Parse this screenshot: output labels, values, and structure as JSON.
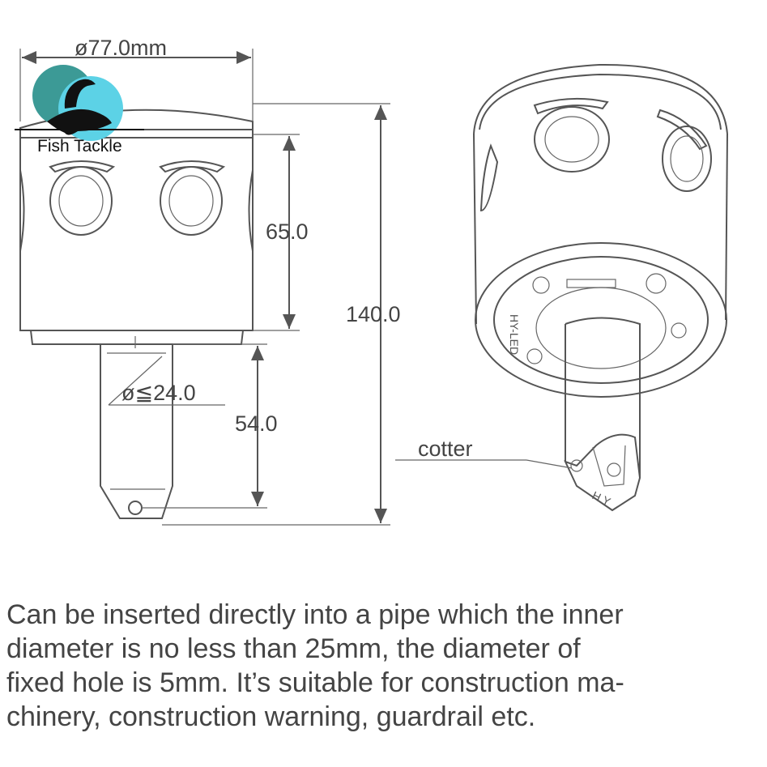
{
  "brand": {
    "name": "Fish Tackle",
    "colors": {
      "teal": "#3c9a96",
      "cyan": "#5cd2e6"
    }
  },
  "dimensions": {
    "diameter_body": "ø77.0mm",
    "body_height": "65.0",
    "total_height": "140.0",
    "pipe_diameter": "ø≦24.0",
    "pipe_length": "54.0"
  },
  "labels": {
    "cotter": "cotter",
    "stamp": "HY-LED"
  },
  "caption": {
    "lines": [
      "Can be inserted directly into a pipe which the inner",
      "diameter is no less than 25mm, the diameter of",
      "fixed hole is 5mm. It’s suitable for construction ma-",
      "chinery, construction warning, guardrail etc."
    ]
  }
}
